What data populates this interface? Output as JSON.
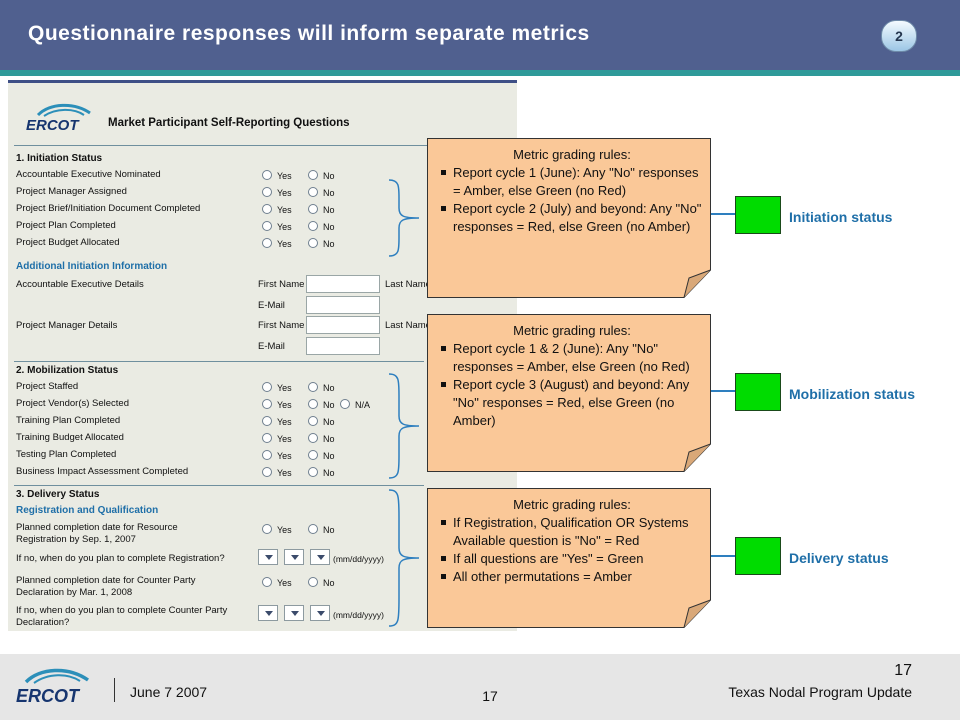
{
  "slide": {
    "title": "Questionnaire responses will inform separate metrics",
    "number_badge": "2"
  },
  "form": {
    "logo_text": "ERCOT",
    "title": "Market Participant Self-Reporting Questions",
    "yes": "Yes",
    "no": "No",
    "na": "N/A",
    "first_name": "First Name",
    "last_name": "Last Name",
    "email": "E-Mail",
    "date_hint": "(mm/dd/yyyy)",
    "initiation": {
      "heading": "1. Initiation Status",
      "questions": [
        "Accountable Executive Nominated",
        "Project Manager Assigned",
        "Project Brief/Initiation Document Completed",
        "Project Plan Completed",
        "Project Budget Allocated"
      ]
    },
    "additional": {
      "heading": "Additional Initiation Information",
      "accountable_exec": "Accountable Executive Details",
      "project_manager": "Project Manager Details"
    },
    "mobilization": {
      "heading": "2. Mobilization Status",
      "questions": [
        "Project Staffed",
        "Project Vendor(s) Selected",
        "Training Plan Completed",
        "Training Budget Allocated",
        "Testing Plan Completed",
        "Business Impact Assessment Completed"
      ]
    },
    "delivery": {
      "heading": "3. Delivery Status",
      "subheading": "Registration and Qualification",
      "q1_line1": "Planned completion date for Resource",
      "q1_line2": "Registration by Sep. 1, 2007",
      "q2": "If no, when do you plan to complete Registration?",
      "q3_line1": "Planned completion date for Counter Party",
      "q3_line2": "Declaration by Mar. 1, 2008",
      "q4_line1": "If no, when do you plan to complete Counter Party",
      "q4_line2": "Declaration?"
    }
  },
  "notes": {
    "heading": "Metric grading rules:",
    "initiation": [
      "Report cycle 1 (June): Any \"No\" responses = Amber, else Green (no Red)",
      "Report cycle 2 (July) and beyond: Any \"No\" responses = Red, else Green (no Amber)"
    ],
    "mobilization": [
      "Report cycle 1 & 2 (June): Any \"No\" responses = Amber, else Green (no Red)",
      "Report cycle 3 (August) and beyond: Any \"No\" responses = Red, else Green (no Amber)"
    ],
    "delivery": [
      "If Registration, Qualification OR Systems Available question is \"No\" = Red",
      "If all questions are \"Yes\" = Green",
      "All other permutations = Amber"
    ]
  },
  "statuses": {
    "initiation": "Initiation status",
    "mobilization": "Mobilization status",
    "delivery": "Delivery status",
    "indicator_color": "#00dc00"
  },
  "footer": {
    "logo_text": "ERCOT",
    "date": "June 7 2007",
    "center_number": "17",
    "page_number": "17",
    "program": "Texas Nodal Program Update"
  },
  "colors": {
    "header": "#50608f",
    "stripe": "#2f9a99",
    "note_fill": "#fac898",
    "accent_blue": "#1f6fa8"
  }
}
